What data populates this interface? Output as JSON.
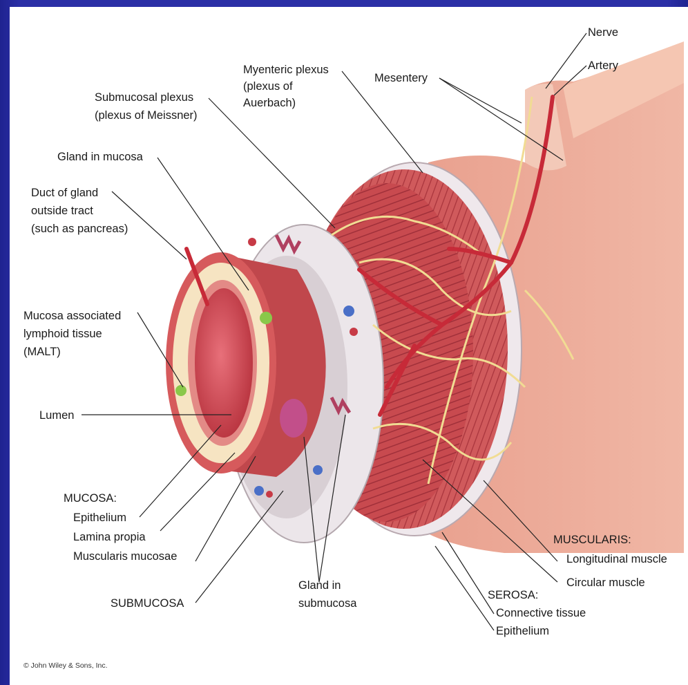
{
  "labels": {
    "nerve": "Nerve",
    "artery": "Artery",
    "myenteric_1": "Myenteric plexus",
    "myenteric_2": "(plexus of",
    "myenteric_3": "Auerbach)",
    "mesentery": "Mesentery",
    "submucosal_1": "Submucosal plexus",
    "submucosal_2": "(plexus of Meissner)",
    "gland_mucosa": "Gland in mucosa",
    "duct_1": "Duct of gland",
    "duct_2": "outside tract",
    "duct_3": "(such as pancreas)",
    "malt_1": "Mucosa associated",
    "malt_2": "lymphoid tissue",
    "malt_3": "(MALT)",
    "lumen": "Lumen",
    "mucosa": "MUCOSA:",
    "epithelium": "Epithelium",
    "lamina": "Lamina propia",
    "muscularis_mucosae": "Muscularis mucosae",
    "submucosa": "SUBMUCOSA",
    "gland_sub_1": "Gland in",
    "gland_sub_2": "submucosa",
    "muscularis": "MUSCULARIS:",
    "longitudinal": "Longitudinal muscle",
    "circular": "Circular muscle",
    "serosa": "SEROSA:",
    "connective": "Connective tissue",
    "serosa_epithelium": "Epithelium"
  },
  "credit": "© John Wiley & Sons, Inc.",
  "colors": {
    "frame": "#2b2fa6",
    "muscle": "#c8444a",
    "muscle_dark": "#9e2a33",
    "submucosa": "#ece6ea",
    "lamina": "#f6e4c2",
    "nerve": "#f1dc93",
    "artery": "#c72a38"
  }
}
